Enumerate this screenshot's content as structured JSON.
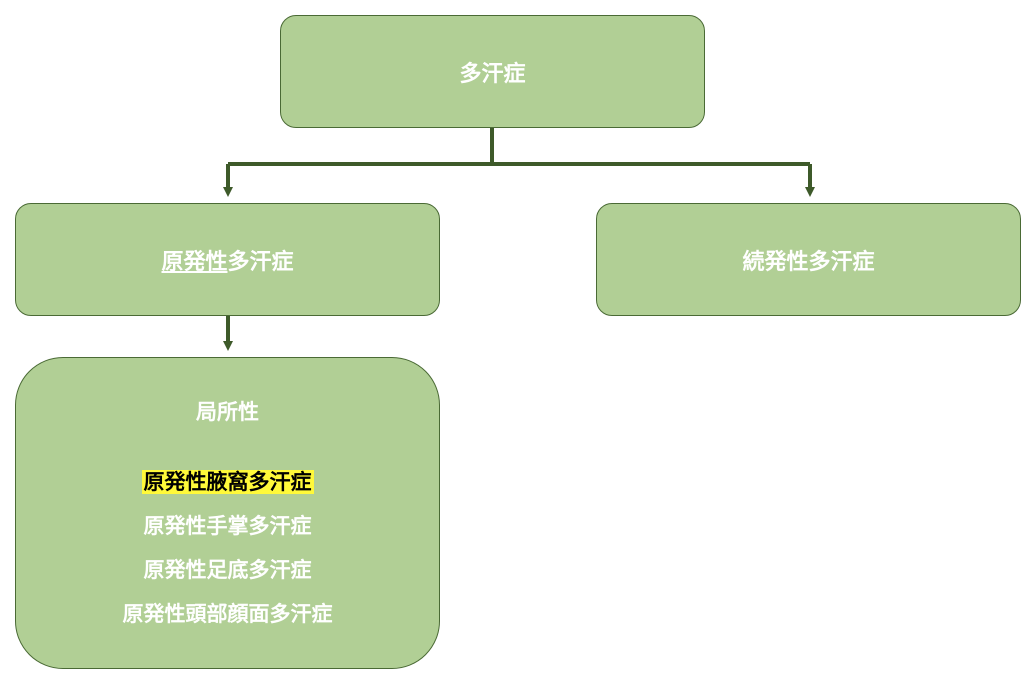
{
  "root": {
    "label": "多汗症"
  },
  "primary": {
    "label_underlined": "原発性",
    "label_rest": "多汗症"
  },
  "secondary": {
    "label": "続発性多汗症"
  },
  "local": {
    "title": "局所性",
    "items": [
      {
        "label": "原発性腋窩多汗症",
        "highlighted": true
      },
      {
        "label": "原発性手掌多汗症",
        "highlighted": false
      },
      {
        "label": "原発性足底多汗症",
        "highlighted": false
      },
      {
        "label": "原発性頭部顔面多汗症",
        "highlighted": false
      }
    ]
  },
  "colors": {
    "box_fill": "#b1cf95",
    "box_border": "#4a6a35",
    "connector": "#3e5a2a",
    "highlight": "#fff93a"
  }
}
